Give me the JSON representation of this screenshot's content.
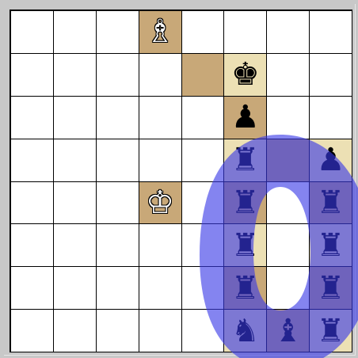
{
  "board": {
    "rows": [
      [
        {
          "square": "a8",
          "piece": null,
          "hl": null
        },
        {
          "square": "b8",
          "piece": null,
          "hl": null
        },
        {
          "square": "c8",
          "piece": null,
          "hl": null
        },
        {
          "square": "d8",
          "piece": "white-bishop",
          "glyph": "♗",
          "side": "white",
          "hl": "tan"
        },
        {
          "square": "e8",
          "piece": null,
          "hl": null
        },
        {
          "square": "f8",
          "piece": null,
          "hl": null
        },
        {
          "square": "g8",
          "piece": null,
          "hl": null
        },
        {
          "square": "h8",
          "piece": null,
          "hl": null
        }
      ],
      [
        {
          "square": "a7",
          "piece": null,
          "hl": null
        },
        {
          "square": "b7",
          "piece": null,
          "hl": null
        },
        {
          "square": "c7",
          "piece": null,
          "hl": null
        },
        {
          "square": "d7",
          "piece": null,
          "hl": null
        },
        {
          "square": "e7",
          "piece": null,
          "hl": "tan"
        },
        {
          "square": "f7",
          "piece": "black-king",
          "glyph": "♚",
          "side": "black",
          "hl": "cream"
        },
        {
          "square": "g7",
          "piece": null,
          "hl": null
        },
        {
          "square": "h7",
          "piece": null,
          "hl": null
        }
      ],
      [
        {
          "square": "a6",
          "piece": null,
          "hl": null
        },
        {
          "square": "b6",
          "piece": null,
          "hl": null
        },
        {
          "square": "c6",
          "piece": null,
          "hl": null
        },
        {
          "square": "d6",
          "piece": null,
          "hl": null
        },
        {
          "square": "e6",
          "piece": null,
          "hl": null
        },
        {
          "square": "f6",
          "piece": "black-pawn",
          "glyph": "♟",
          "side": "black",
          "hl": "tan"
        },
        {
          "square": "g6",
          "piece": null,
          "hl": null
        },
        {
          "square": "h6",
          "piece": null,
          "hl": null
        }
      ],
      [
        {
          "square": "a5",
          "piece": null,
          "hl": null
        },
        {
          "square": "b5",
          "piece": null,
          "hl": null
        },
        {
          "square": "c5",
          "piece": null,
          "hl": null
        },
        {
          "square": "d5",
          "piece": null,
          "hl": null
        },
        {
          "square": "e5",
          "piece": null,
          "hl": null
        },
        {
          "square": "f5",
          "piece": "black-rook",
          "glyph": "♜",
          "side": "black",
          "hl": "cream"
        },
        {
          "square": "g5",
          "piece": null,
          "hl": "tan"
        },
        {
          "square": "h5",
          "piece": "black-pawn",
          "glyph": "♟",
          "side": "black",
          "hl": "cream"
        }
      ],
      [
        {
          "square": "a4",
          "piece": null,
          "hl": null
        },
        {
          "square": "b4",
          "piece": null,
          "hl": null
        },
        {
          "square": "c4",
          "piece": null,
          "hl": null
        },
        {
          "square": "d4",
          "piece": "white-king",
          "glyph": "♔",
          "side": "white",
          "hl": "tan"
        },
        {
          "square": "e4",
          "piece": null,
          "hl": null
        },
        {
          "square": "f4",
          "piece": "black-rook",
          "glyph": "♜",
          "side": "black",
          "hl": "tan"
        },
        {
          "square": "g4",
          "piece": null,
          "hl": null
        },
        {
          "square": "h4",
          "piece": "black-rook",
          "glyph": "♜",
          "side": "black",
          "hl": "tan"
        }
      ],
      [
        {
          "square": "a3",
          "piece": null,
          "hl": null
        },
        {
          "square": "b3",
          "piece": null,
          "hl": null
        },
        {
          "square": "c3",
          "piece": null,
          "hl": null
        },
        {
          "square": "d3",
          "piece": null,
          "hl": null
        },
        {
          "square": "e3",
          "piece": null,
          "hl": null
        },
        {
          "square": "f3",
          "piece": "black-rook",
          "glyph": "♜",
          "side": "black",
          "hl": "cream"
        },
        {
          "square": "g3",
          "piece": null,
          "hl": null
        },
        {
          "square": "h3",
          "piece": "black-rook",
          "glyph": "♜",
          "side": "black",
          "hl": "cream"
        }
      ],
      [
        {
          "square": "a2",
          "piece": null,
          "hl": null
        },
        {
          "square": "b2",
          "piece": null,
          "hl": null
        },
        {
          "square": "c2",
          "piece": null,
          "hl": null
        },
        {
          "square": "d2",
          "piece": null,
          "hl": null
        },
        {
          "square": "e2",
          "piece": null,
          "hl": null
        },
        {
          "square": "f2",
          "piece": "black-rook",
          "glyph": "♜",
          "side": "black",
          "hl": "tan"
        },
        {
          "square": "g2",
          "piece": null,
          "hl": null
        },
        {
          "square": "h2",
          "piece": "black-rook",
          "glyph": "♜",
          "side": "black",
          "hl": "tan"
        }
      ],
      [
        {
          "square": "a1",
          "piece": null,
          "hl": null
        },
        {
          "square": "b1",
          "piece": null,
          "hl": null
        },
        {
          "square": "c1",
          "piece": null,
          "hl": null
        },
        {
          "square": "d1",
          "piece": null,
          "hl": null
        },
        {
          "square": "e1",
          "piece": null,
          "hl": null
        },
        {
          "square": "f1",
          "piece": "black-knight",
          "glyph": "♞",
          "side": "black",
          "hl": "cream"
        },
        {
          "square": "g1",
          "piece": "black-bishop",
          "glyph": "♝",
          "side": "black",
          "hl": "tan"
        },
        {
          "square": "h1",
          "piece": "black-rook",
          "glyph": "♜",
          "side": "black",
          "hl": "cream"
        }
      ]
    ]
  },
  "overlay": {
    "shape": "letter-O",
    "color": "#3838e6",
    "opacity": 0.62
  },
  "colors": {
    "highlight_tan": "#c8a878",
    "highlight_cream": "#ece0b4",
    "light_square": "#ffffff",
    "grid_line": "#000000"
  }
}
